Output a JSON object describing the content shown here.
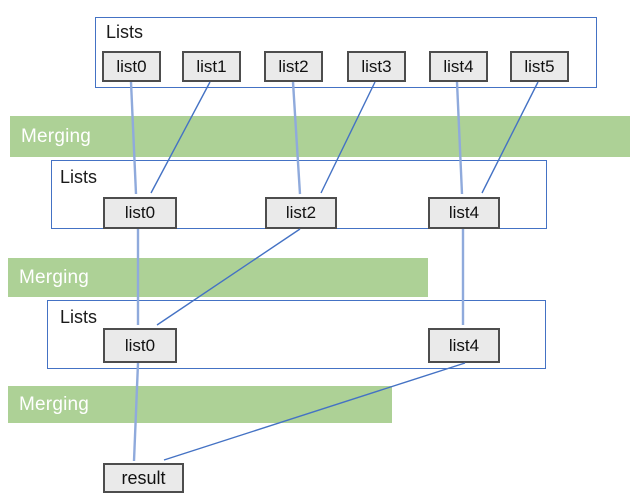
{
  "colors": {
    "background": "#FFFFFF",
    "group-border": "#4472C4",
    "band-fill": "#ADD196",
    "band-text": "#FFFFFF",
    "item-fill": "#EAEAEA",
    "item-border": "#4D4D4D",
    "item-text": "#111111",
    "label-text": "#1A1A1A",
    "arrow-light": "#8FAADC",
    "arrow-dark": "#4472C4"
  },
  "rows": [
    {
      "label": "Lists",
      "items": [
        "list0",
        "list1",
        "list2",
        "list3",
        "list4",
        "list5"
      ]
    },
    {
      "label": "Lists",
      "items": [
        "list0",
        "list2",
        "list4"
      ]
    },
    {
      "label": "Lists",
      "items": [
        "list0",
        "list4"
      ]
    }
  ],
  "bands": [
    {
      "label": "Merging"
    },
    {
      "label": "Merging"
    },
    {
      "label": "Merging"
    }
  ],
  "result": {
    "label": "result"
  },
  "connections": [
    {
      "from": "stage1.list0",
      "to": "stage2.list0"
    },
    {
      "from": "stage1.list1",
      "to": "stage2.list0"
    },
    {
      "from": "stage1.list2",
      "to": "stage2.list2"
    },
    {
      "from": "stage1.list3",
      "to": "stage2.list2"
    },
    {
      "from": "stage1.list4",
      "to": "stage2.list4"
    },
    {
      "from": "stage1.list5",
      "to": "stage2.list4"
    },
    {
      "from": "stage2.list0",
      "to": "stage3.list0"
    },
    {
      "from": "stage2.list2",
      "to": "stage3.list0"
    },
    {
      "from": "stage2.list4",
      "to": "stage3.list4"
    },
    {
      "from": "stage3.list0",
      "to": "result"
    },
    {
      "from": "stage3.list4",
      "to": "result"
    }
  ]
}
